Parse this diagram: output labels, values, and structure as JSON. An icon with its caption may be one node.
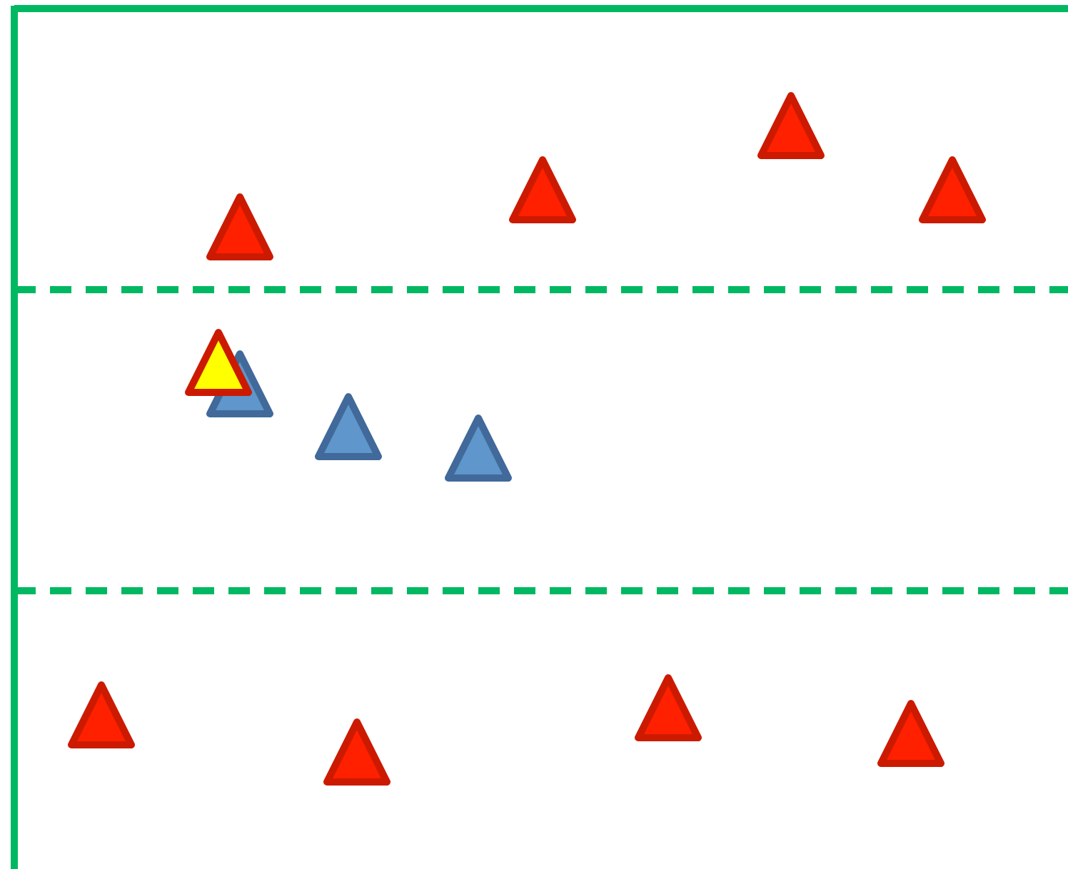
{
  "diagram": {
    "nodes": [
      {
        "text": [],
        "shape": "triangle"
      },
      {
        "text": [],
        "shape": "triangle"
      },
      {
        "text": [],
        "shape": "triangle"
      },
      {
        "text": [],
        "shape": "triangle"
      },
      {
        "text": [],
        "shape": "triangle"
      },
      {
        "text": [],
        "shape": "triangle"
      },
      {
        "text": [],
        "shape": "triangle"
      },
      {
        "text": [],
        "shape": "triangle"
      },
      {
        "text": [],
        "shape": "triangle"
      },
      {
        "text": [],
        "shape": "triangle"
      },
      {
        "text": [],
        "shape": "triangle"
      },
      {
        "text": [],
        "shape": "triangle"
      }
    ]
  }
}
